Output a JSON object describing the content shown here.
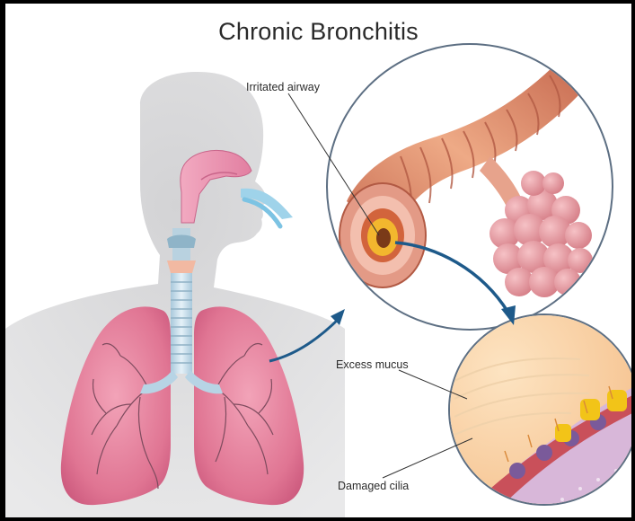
{
  "title": "Chronic Bronchitis",
  "labels": {
    "irritated_airway": "Irritated airway",
    "excess_mucus": "Excess mucus",
    "damaged_cilia": "Damaged cilia"
  },
  "colors": {
    "background": "#000000",
    "panel": "#ffffff",
    "silhouette": "#cfcfd1",
    "lung": "#e07a96",
    "trachea": "#c8e0ef",
    "airway": "#d9856a",
    "alveoli": "#e49aa1",
    "mucus": "#f7c99a",
    "arrow": "#1e5a8a"
  }
}
